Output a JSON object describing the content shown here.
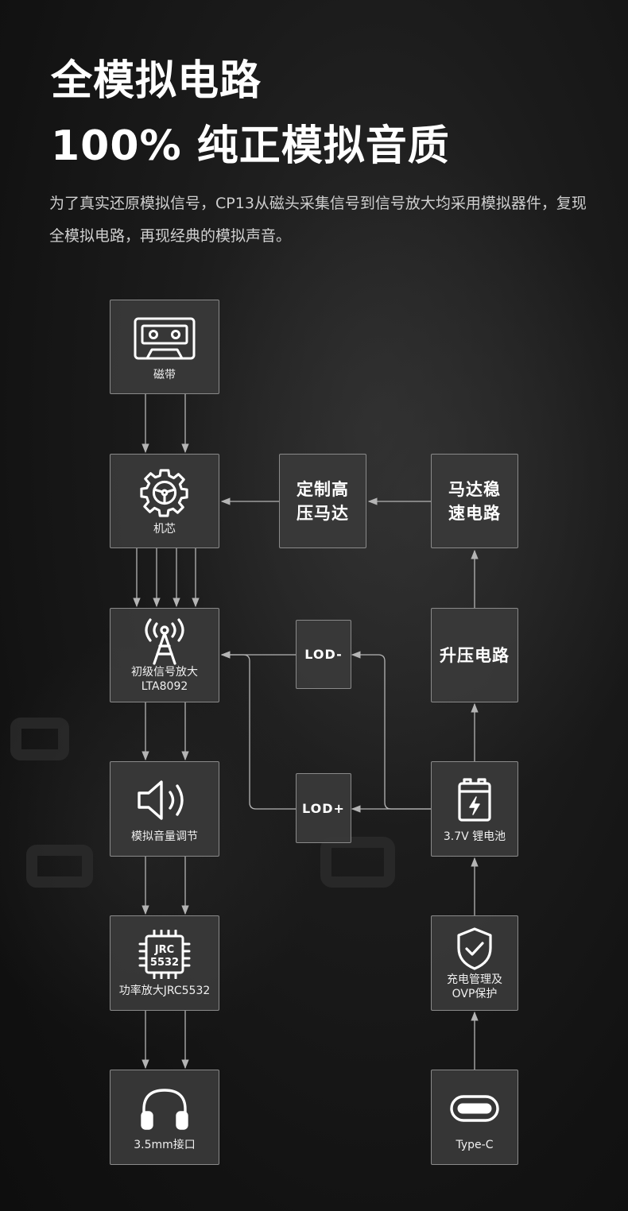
{
  "header": {
    "title_line1": "全模拟电路",
    "title_line2": "100% 纯正模拟音质",
    "description": "为了真实还原模拟信号，CP13从磁头采集信号到信号放大均采用模拟器件，复现全模拟电路，再现经典的模拟声音。"
  },
  "diagram": {
    "tape": {
      "label": "磁带",
      "icon": "cassette-tape-icon"
    },
    "mechanism": {
      "label": "机芯",
      "icon": "gear-icon"
    },
    "motor": {
      "line1": "定制高",
      "line2": "压马达"
    },
    "motor_circuit": {
      "line1": "马达稳",
      "line2": "速电路"
    },
    "preamp": {
      "line1": "初级信号放大",
      "line2": "LTA8092",
      "icon": "antenna-icon"
    },
    "lod_minus": {
      "label": "LOD-"
    },
    "boost": {
      "label": "升压电路"
    },
    "volume": {
      "label": "模拟音量调节",
      "icon": "speaker-icon"
    },
    "lod_plus": {
      "label": "LOD+"
    },
    "battery": {
      "label": "3.7V 锂电池",
      "icon": "battery-icon"
    },
    "power_amp": {
      "label": "功率放大JRC5532",
      "chip_line1": "JRC",
      "chip_line2": "5532",
      "icon": "chip-icon"
    },
    "charging": {
      "line1": "充电管理及",
      "line2": "OVP保护",
      "icon": "shield-check-icon"
    },
    "jack": {
      "label": "3.5mm接口",
      "icon": "headphones-icon"
    },
    "usb": {
      "label": "Type-C",
      "icon": "usb-c-icon"
    }
  },
  "colors": {
    "background": "#161616",
    "box_fill": "#3a3a3a",
    "box_border": "#8a8a8a",
    "wire": "#b4b4b4",
    "text": "#ffffff"
  }
}
